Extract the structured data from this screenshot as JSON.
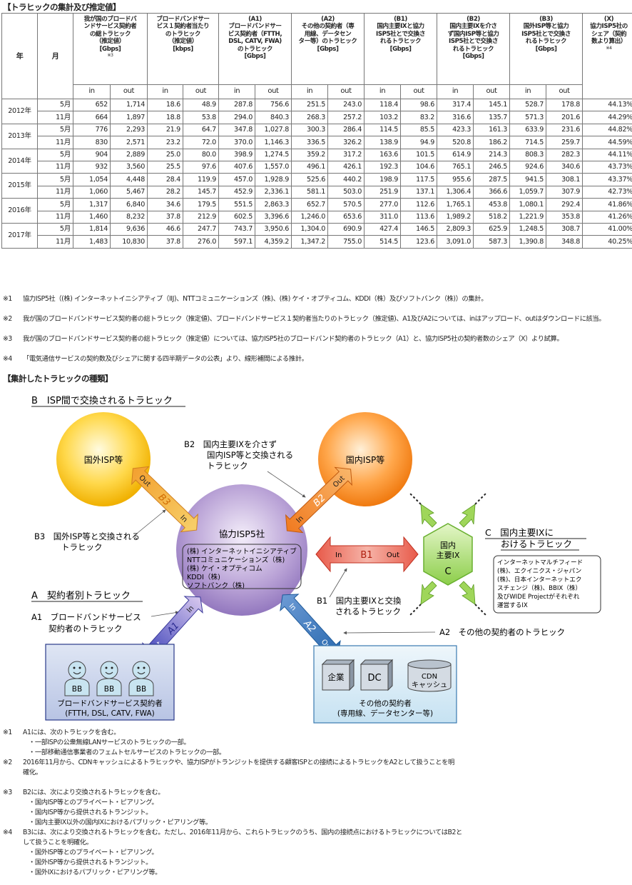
{
  "table_title": "【トラヒックの集計及び推定値】",
  "headers": {
    "year": "年",
    "month": "月",
    "cols": [
      {
        "l1": "我が国のブロードバ",
        "l2": "ンドサービス契約者",
        "l3": "の総トラヒック",
        "l4": "（推定値）",
        "l5": "[Gbps]",
        "l6": "※3"
      },
      {
        "l1": "ブロードバンドサー",
        "l2": "ビス１契約者当たり",
        "l3": "のトラヒック",
        "l4": "（推定値）",
        "l5": "[kbps]",
        "l6": ""
      },
      {
        "l1": "(A1)",
        "l2": "ブロードバンドサー",
        "l3": "ビス契約者（FTTH,",
        "l4": "DSL, CATV, FWA)",
        "l5": "のトラヒック",
        "l6": "[Gbps]"
      },
      {
        "l1": "(A2)",
        "l2": "その他の契約者（専",
        "l3": "用線、データセン",
        "l4": "ター等）のトラヒック",
        "l5": "[Gbps]",
        "l6": ""
      },
      {
        "l1": "(B1)",
        "l2": "国内主要IXと協力",
        "l3": "ISP5社とで交換さ",
        "l4": "れるトラヒック",
        "l5": "[Gbps]",
        "l6": ""
      },
      {
        "l1": "(B2)",
        "l2": "国内主要IXを介さ",
        "l3": "ず国内ISP等と協力",
        "l4": "ISP5社とで交換さ",
        "l5": "れるトラヒック",
        "l6": "[Gbps]"
      },
      {
        "l1": "(B3)",
        "l2": "国外ISP等と協力",
        "l3": "ISP5社とで交換さ",
        "l4": "れるトラヒック",
        "l5": "[Gbps]",
        "l6": ""
      }
    ],
    "share": {
      "l1": "(X)",
      "l2": "協力ISP5社の",
      "l3": "シェア（契約",
      "l4": "数より算出）",
      "l5": "※4"
    },
    "in": "in",
    "out": "out"
  },
  "rows": [
    {
      "year": "2012年",
      "month": "5月",
      "v": [
        "652",
        "1,714",
        "18.6",
        "48.9",
        "287.8",
        "756.6",
        "251.5",
        "243.0",
        "118.4",
        "98.6",
        "317.4",
        "145.1",
        "528.7",
        "178.8",
        "44.13%"
      ]
    },
    {
      "year": "",
      "month": "11月",
      "v": [
        "664",
        "1,897",
        "18.8",
        "53.8",
        "294.0",
        "840.3",
        "268.3",
        "257.2",
        "103.2",
        "83.2",
        "316.6",
        "135.7",
        "571.3",
        "201.6",
        "44.29%"
      ]
    },
    {
      "year": "2013年",
      "month": "5月",
      "v": [
        "776",
        "2,293",
        "21.9",
        "64.7",
        "347.8",
        "1,027.8",
        "300.3",
        "286.4",
        "114.5",
        "85.5",
        "423.3",
        "161.3",
        "633.9",
        "231.6",
        "44.82%"
      ]
    },
    {
      "year": "",
      "month": "11月",
      "v": [
        "830",
        "2,571",
        "23.2",
        "72.0",
        "370.0",
        "1,146.3",
        "336.5",
        "326.2",
        "138.9",
        "94.9",
        "520.8",
        "186.2",
        "714.5",
        "259.7",
        "44.59%"
      ]
    },
    {
      "year": "2014年",
      "month": "5月",
      "v": [
        "904",
        "2,889",
        "25.0",
        "80.0",
        "398.9",
        "1,274.5",
        "359.2",
        "317.2",
        "163.6",
        "101.5",
        "614.9",
        "214.3",
        "808.3",
        "282.3",
        "44.11%"
      ]
    },
    {
      "year": "",
      "month": "11月",
      "v": [
        "932",
        "3,560",
        "25.5",
        "97.6",
        "407.6",
        "1,557.0",
        "496.1",
        "426.1",
        "192.3",
        "104.6",
        "765.1",
        "246.5",
        "924.6",
        "340.6",
        "43.73%"
      ]
    },
    {
      "year": "2015年",
      "month": "5月",
      "v": [
        "1,054",
        "4,448",
        "28.4",
        "119.9",
        "457.0",
        "1,928.9",
        "525.6",
        "440.2",
        "198.9",
        "117.5",
        "955.6",
        "287.5",
        "941.5",
        "308.1",
        "43.37%"
      ]
    },
    {
      "year": "",
      "month": "11月",
      "v": [
        "1,060",
        "5,467",
        "28.2",
        "145.7",
        "452.9",
        "2,336.1",
        "581.1",
        "503.0",
        "251.9",
        "137.1",
        "1,306.4",
        "366.6",
        "1,059.7",
        "307.9",
        "42.73%"
      ]
    },
    {
      "year": "2016年",
      "month": "5月",
      "v": [
        "1,317",
        "6,840",
        "34.6",
        "179.5",
        "551.5",
        "2,863.3",
        "652.7",
        "570.5",
        "277.0",
        "112.6",
        "1,765.1",
        "453.8",
        "1,080.1",
        "292.4",
        "41.86%"
      ]
    },
    {
      "year": "",
      "month": "11月",
      "v": [
        "1,460",
        "8,232",
        "37.8",
        "212.9",
        "602.5",
        "3,396.6",
        "1,246.0",
        "653.6",
        "311.0",
        "113.6",
        "1,989.2",
        "518.2",
        "1,221.9",
        "353.8",
        "41.26%"
      ]
    },
    {
      "year": "2017年",
      "month": "5月",
      "v": [
        "1,814",
        "9,636",
        "46.6",
        "247.7",
        "743.7",
        "3,950.6",
        "1,304.0",
        "690.9",
        "427.4",
        "146.5",
        "2,809.3",
        "625.9",
        "1,248.5",
        "308.7",
        "41.00%"
      ]
    },
    {
      "year": "",
      "month": "11月",
      "v": [
        "1,483",
        "10,830",
        "37.8",
        "276.0",
        "597.1",
        "4,359.2",
        "1,347.2",
        "755.0",
        "514.5",
        "123.6",
        "3,091.0",
        "587.3",
        "1,390.8",
        "348.8",
        "40.25%"
      ]
    }
  ],
  "table_notes": [
    {
      "k": "※1",
      "t": "協力ISP5社（(株) インターネットイニシアティブ（IIJ)、NTTコミュニケーションズ（株)、(株) ケイ・オプティコム、KDDI（株）及びソフトバンク（株)）の集計。"
    },
    {
      "k": "※2",
      "t": "我が国のブロードバンドサービス契約者の総トラヒック（推定値)、ブロードバンドサービス１契約者当たりのトラヒック（推定値)、A1及びA2については、inはアップロード、outはダウンロードに該当。"
    },
    {
      "k": "※3",
      "t": "我が国のブロードバンドサービス契約者の総トラヒック（推定値）については、協力ISP5社のブロードバンド契約者のトラヒック（A1）と、協力ISP5社の契約者数のシェア（X）より試算。"
    },
    {
      "k": "※4",
      "t": "「電気通信サービスの契約数及びシェアに関する四半期データの公表」より、線形補間による推計。"
    }
  ],
  "diagram_title": "【集計したトラヒックの種類】",
  "diagram": {
    "b_title": "B　ISP間で交換されるトラヒック",
    "foreign_isp": "国外ISP等",
    "domestic_isp": "国内ISP等",
    "b2_l1": "B2　国内主要IXを介さず",
    "b2_l2": "国内ISP等と交換される",
    "b2_l3": "トラヒック",
    "b3_l1": "B3　国外ISP等と交換される",
    "b3_l2": "トラヒック",
    "isp5": "協力ISP5社",
    "isp5_members": [
      "(株) インターネットイニシアティブ",
      "NTTコミュニケーションズ（株)",
      "(株) ケイ・オプティコム",
      "KDDI（株)",
      "ソフトバンク（株)"
    ],
    "ix_l1": "国内",
    "ix_l2": "主要IX",
    "ix_c": "C",
    "c_l1": "C　国内主要IXに",
    "c_l2": "おけるトラヒック",
    "ix_desc": [
      "インターネットマルチフィード",
      "(株)、エクイニクス・ジャパン",
      "(株)、日本インターネットエク",
      "スチェンジ（株)、BBIX（株）",
      "及びWIDE Projectがそれぞれ",
      "運営するIX"
    ],
    "b1_l1": "B1　国内主要IXと交換",
    "b1_l2": "されるトラヒック",
    "a_title": "A　契約者別トラヒック",
    "a1_l1": "A1　ブロードバンドサービス",
    "a1_l2": "契約者のトラヒック",
    "a2_desc": "A2　その他の契約者のトラヒック",
    "bb": "BB",
    "bb_box_l1": "ブロードバンドサービス契約者",
    "bb_box_l2": "(FTTH, DSL, CATV, FWA)",
    "kigyo": "企業",
    "dc": "DC",
    "cdn_l1": "CDN",
    "cdn_l2": "キャッシュ",
    "other_l1": "その他の契約者",
    "other_l2": "(専用線、データセンター等)",
    "arrow_in": "In",
    "arrow_out": "Out",
    "lbl_b1": "B1",
    "lbl_b2": "B2",
    "lbl_b3": "B3",
    "lbl_a1": "A1",
    "lbl_a2": "A2"
  },
  "diagram_notes": [
    {
      "k": "※1",
      "lines": [
        "A1には、次のトラヒックを含む。",
        "・一部ISPの公衆無線LANサービスのトラヒックの一部。",
        "・一部移動通信事業者のフェムトセルサービスのトラヒックの一部。"
      ]
    },
    {
      "k": "※2",
      "lines": [
        "2016年11月から、CDNキャッシュによるトラヒックや、協力ISPがトランジットを提供する顧客ISPとの接続によるトラヒックをA2として扱うことを明",
        "確化。"
      ]
    },
    {
      "k": "※3",
      "lines": [
        "B2には、次により交換されるトラヒックを含む。",
        "・国内ISP等とのプライベート・ピアリング。",
        "・国内ISP等から提供されるトランジット。",
        "・国内主要IX以外の国内IXにおけるパブリック・ピアリング等。"
      ]
    },
    {
      "k": "※4",
      "lines": [
        "B3には、次により交換されるトラヒックを含む。ただし、2016年11月から、これらトラヒックのうち、国内の接続点におけるトラヒックについてはB2と",
        "して扱うことを明確化。",
        "・国外ISP等とのプライベート・ピアリング。",
        "・国外ISP等から提供されるトランジット。",
        "・国外IXにおけるパブリック・ピアリング等。"
      ]
    }
  ]
}
